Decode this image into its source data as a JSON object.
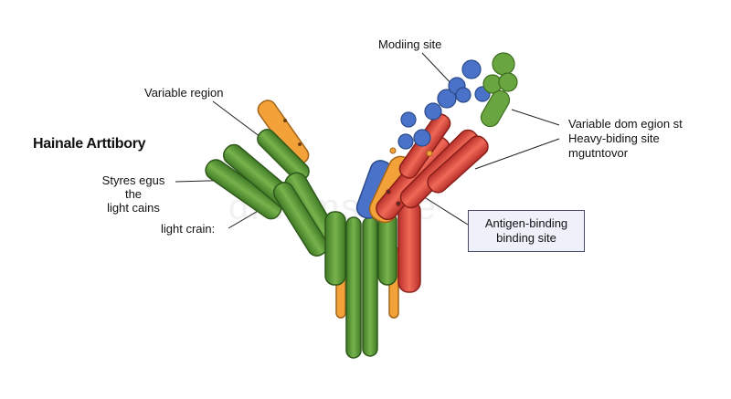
{
  "labels": {
    "title": "Hainale Arttibory",
    "variable_region": "Variable region",
    "styres_lines": [
      "Styres egus",
      "the",
      "light cains"
    ],
    "light_crain": "light crain:",
    "moding_site": "Modiing site",
    "variable_dom": "Variable dom egion st",
    "heavy_biding": "Heavy-biding site",
    "mgutntovor": "mgutntovor",
    "antigen_box": [
      "Antigen-binding",
      "binding site"
    ]
  },
  "watermark": "dreamstime",
  "colors": {
    "heavy_chain_green": "#5e9a3a",
    "light_chain_orange": "#f3a23a",
    "red_chain": "#e0463a",
    "blue_antigen": "#4a72c8",
    "green_antigen": "#6aa640",
    "box_border": "#4a4a66",
    "box_fill": "#eef0fa"
  }
}
